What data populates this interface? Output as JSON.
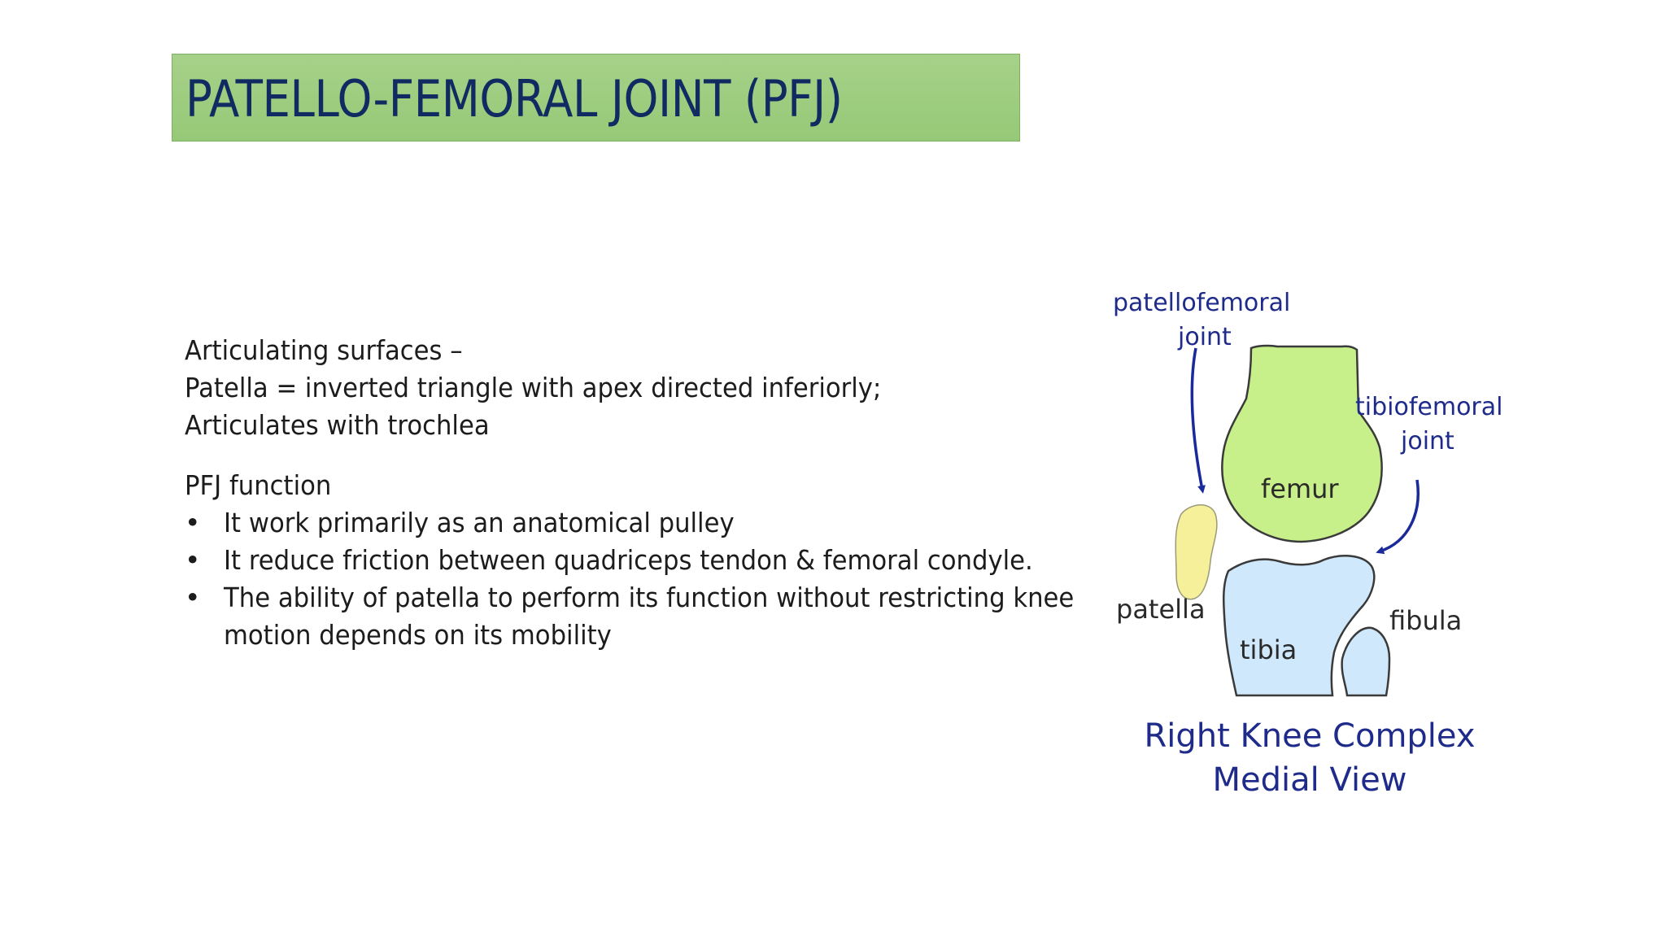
{
  "slide": {
    "title": "PATELLO-FEMORAL JOINT (PFJ)",
    "intro_lines": [
      "Articulating surfaces –",
      "Patella = inverted triangle with apex directed inferiorly;",
      "Articulates with trochlea"
    ],
    "function_heading": "PFJ function",
    "bullet_symbol": "•",
    "bullets": [
      "It work primarily as an anatomical pulley",
      "It reduce friction between quadriceps tendon & femoral condyle.",
      "The ability of patella to perform its function without restricting knee motion depends on its mobility"
    ],
    "colors": {
      "title_box": "#9fcd82",
      "title_text": "#102a62",
      "femur": "#c8f08a",
      "patella": "#f7f09a",
      "tibia_fibula": "#cfe8fb",
      "label_blue": "#1f2b8a"
    }
  },
  "figure": {
    "label_patellofemoral_1": "patellofemoral",
    "label_patellofemoral_2": "joint",
    "label_tibiofemoral_1": "tibiofemoral",
    "label_tibiofemoral_2": "joint",
    "label_femur": "femur",
    "label_patella": "patella",
    "label_tibia": "tibia",
    "label_fibula": "fibula",
    "caption_1": "Right Knee Complex",
    "caption_2": "Medial View",
    "icon": "knee-anatomy-diagram"
  }
}
